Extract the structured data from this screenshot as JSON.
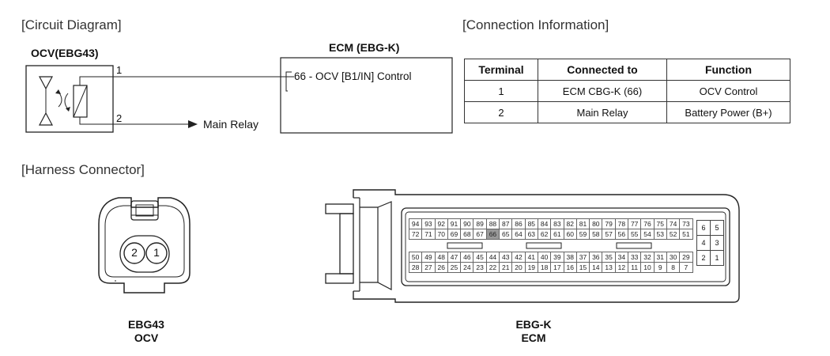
{
  "circuit": {
    "section_title": "[Circuit Diagram]",
    "ocv_label": "OCV(EBG43)",
    "ecm_label": "ECM (EBG-K)",
    "pin1": "1",
    "pin2": "2",
    "ecm_pin_text": "66 - OCV [B1/IN] Control",
    "main_relay": "Main Relay"
  },
  "connection": {
    "section_title": "[Connection Information]",
    "headers": [
      "Terminal",
      "Connected to",
      "Function"
    ],
    "rows": [
      [
        "1",
        "ECM CBG-K (66)",
        "OCV Control"
      ],
      [
        "2",
        "Main Relay",
        "Battery Power (B+)"
      ]
    ]
  },
  "harness": {
    "section_title": "[Harness Connector]",
    "ocv_pins": [
      "2",
      "1"
    ],
    "ocv_caption_1": "EBG43",
    "ocv_caption_2": "OCV",
    "ecm_caption_1": "EBG-K",
    "ecm_caption_2": "ECM",
    "ecm_rows": [
      [
        "94",
        "93",
        "92",
        "91",
        "90",
        "89",
        "88",
        "87",
        "86",
        "85",
        "84",
        "83",
        "82",
        "81",
        "80",
        "79",
        "78",
        "77",
        "76",
        "75",
        "74",
        "73"
      ],
      [
        "72",
        "71",
        "70",
        "69",
        "68",
        "67",
        "66",
        "65",
        "64",
        "63",
        "62",
        "61",
        "60",
        "59",
        "58",
        "57",
        "56",
        "55",
        "54",
        "53",
        "52",
        "51"
      ],
      [
        "50",
        "49",
        "48",
        "47",
        "46",
        "45",
        "44",
        "43",
        "42",
        "41",
        "40",
        "39",
        "38",
        "37",
        "36",
        "35",
        "34",
        "33",
        "32",
        "31",
        "30",
        "29"
      ],
      [
        "28",
        "27",
        "26",
        "25",
        "24",
        "23",
        "22",
        "21",
        "20",
        "19",
        "18",
        "17",
        "16",
        "15",
        "14",
        "13",
        "12",
        "11",
        "10",
        "9",
        "8",
        "7"
      ]
    ],
    "ecm_small_pins": [
      [
        "6",
        "5"
      ],
      [
        "4",
        "3"
      ],
      [
        "2",
        "1"
      ]
    ]
  }
}
